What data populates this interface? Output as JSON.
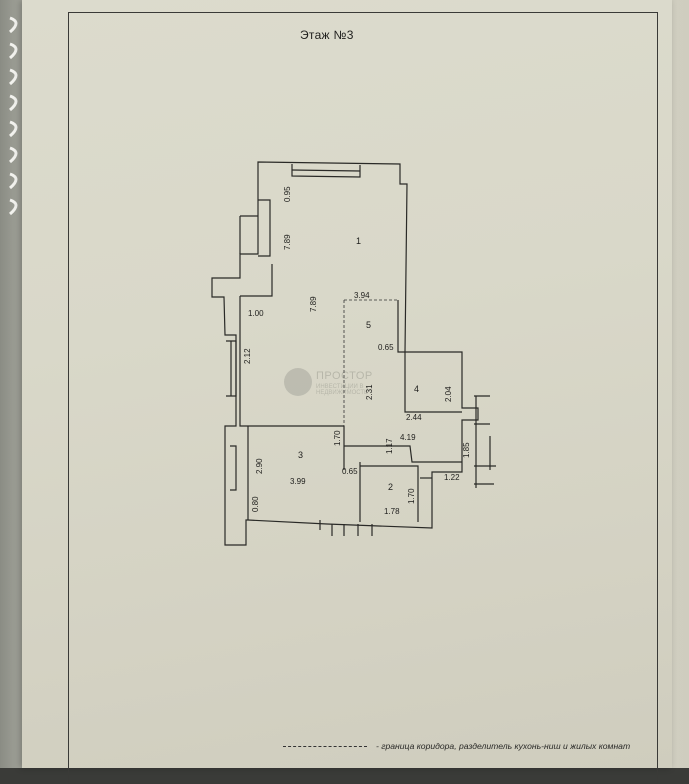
{
  "document": {
    "floor_title": "Этаж №3",
    "legend_note": "- граница коридора, разделитель кухонь-ниш и жилых комнат",
    "watermark_text": "ПРОСТОР",
    "watermark_sub": "ИНВЕСТИЦИИ В НЕДВИЖИМОСТЬ"
  },
  "rooms": {
    "r1": "1",
    "r2": "2",
    "r3": "3",
    "r4": "4",
    "r5": "5"
  },
  "dimensions": {
    "d_095": "0.95",
    "d_789_top": "7.89",
    "d_789_mid": "7.89",
    "d_394": "3.94",
    "d_100": "1.00",
    "d_212": "2.12",
    "d_065_a": "0.65",
    "d_231": "2.31",
    "d_204": "2.04",
    "d_244": "2.44",
    "d_419": "4.19",
    "d_170_a": "1.70",
    "d_117": "1.17",
    "d_185": "1.85",
    "d_290": "2.90",
    "d_399": "3.99",
    "d_065_b": "0.65",
    "d_122": "1.22",
    "d_080": "0.80",
    "d_170_b": "1.70",
    "d_178": "1.78"
  },
  "colors": {
    "paper": "#d8d7c9",
    "ink": "#1e1e1c",
    "background": "#3a3b38"
  }
}
